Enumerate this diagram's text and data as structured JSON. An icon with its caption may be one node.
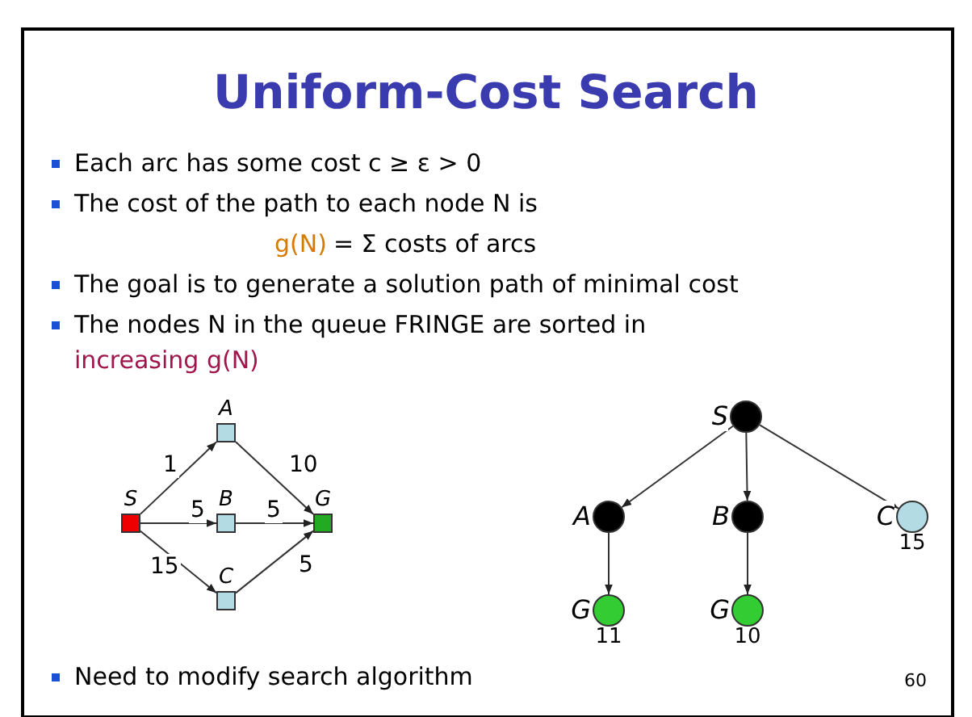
{
  "diagram": {
    "title": "Uniform-Cost Search",
    "nodes": [
      {
        "text": [
          "S"
        ]
      },
      {
        "text": [
          "A"
        ]
      },
      {
        "text": [
          "B"
        ]
      },
      {
        "text": [
          "C"
        ]
      },
      {
        "text": [
          "G"
        ]
      },
      {
        "text": [
          "S"
        ]
      },
      {
        "text": [
          "A"
        ]
      },
      {
        "text": [
          "B"
        ]
      },
      {
        "text": [
          "C"
        ],
        "beside": [
          "15"
        ]
      },
      {
        "text": [
          "G"
        ],
        "beside": [
          "11"
        ]
      },
      {
        "text": [
          "G"
        ],
        "beside": [
          "10"
        ]
      }
    ],
    "edges": [
      {
        "from": 0,
        "to": 1,
        "arrow": "to",
        "label": "1"
      },
      {
        "from": 0,
        "to": 2,
        "arrow": "to",
        "label": "5"
      },
      {
        "from": 0,
        "to": 3,
        "arrow": "to",
        "label": "15"
      },
      {
        "from": 1,
        "to": 4,
        "arrow": "to",
        "label": "10"
      },
      {
        "from": 2,
        "to": 4,
        "arrow": "to",
        "label": "5"
      },
      {
        "from": 3,
        "to": 4,
        "arrow": "to",
        "label": "5"
      },
      {
        "from": 5,
        "to": 6,
        "arrow": "to"
      },
      {
        "from": 5,
        "to": 7,
        "arrow": "to"
      },
      {
        "from": 5,
        "to": 8,
        "arrow": "to"
      },
      {
        "from": 6,
        "to": 9,
        "arrow": "to"
      },
      {
        "from": 7,
        "to": 10,
        "arrow": "to"
      }
    ],
    "labels": [
      "Each arc has some cost c ≥ ε > 0",
      "The cost of the path to each node N is",
      "g(N)",
      "= Σ costs of arcs",
      "The goal is to generate a solution path of minimal cost",
      "The nodes N in the queue FRINGE are sorted in",
      "increasing g(N)",
      "Need to modify search algorithm",
      "60"
    ]
  }
}
